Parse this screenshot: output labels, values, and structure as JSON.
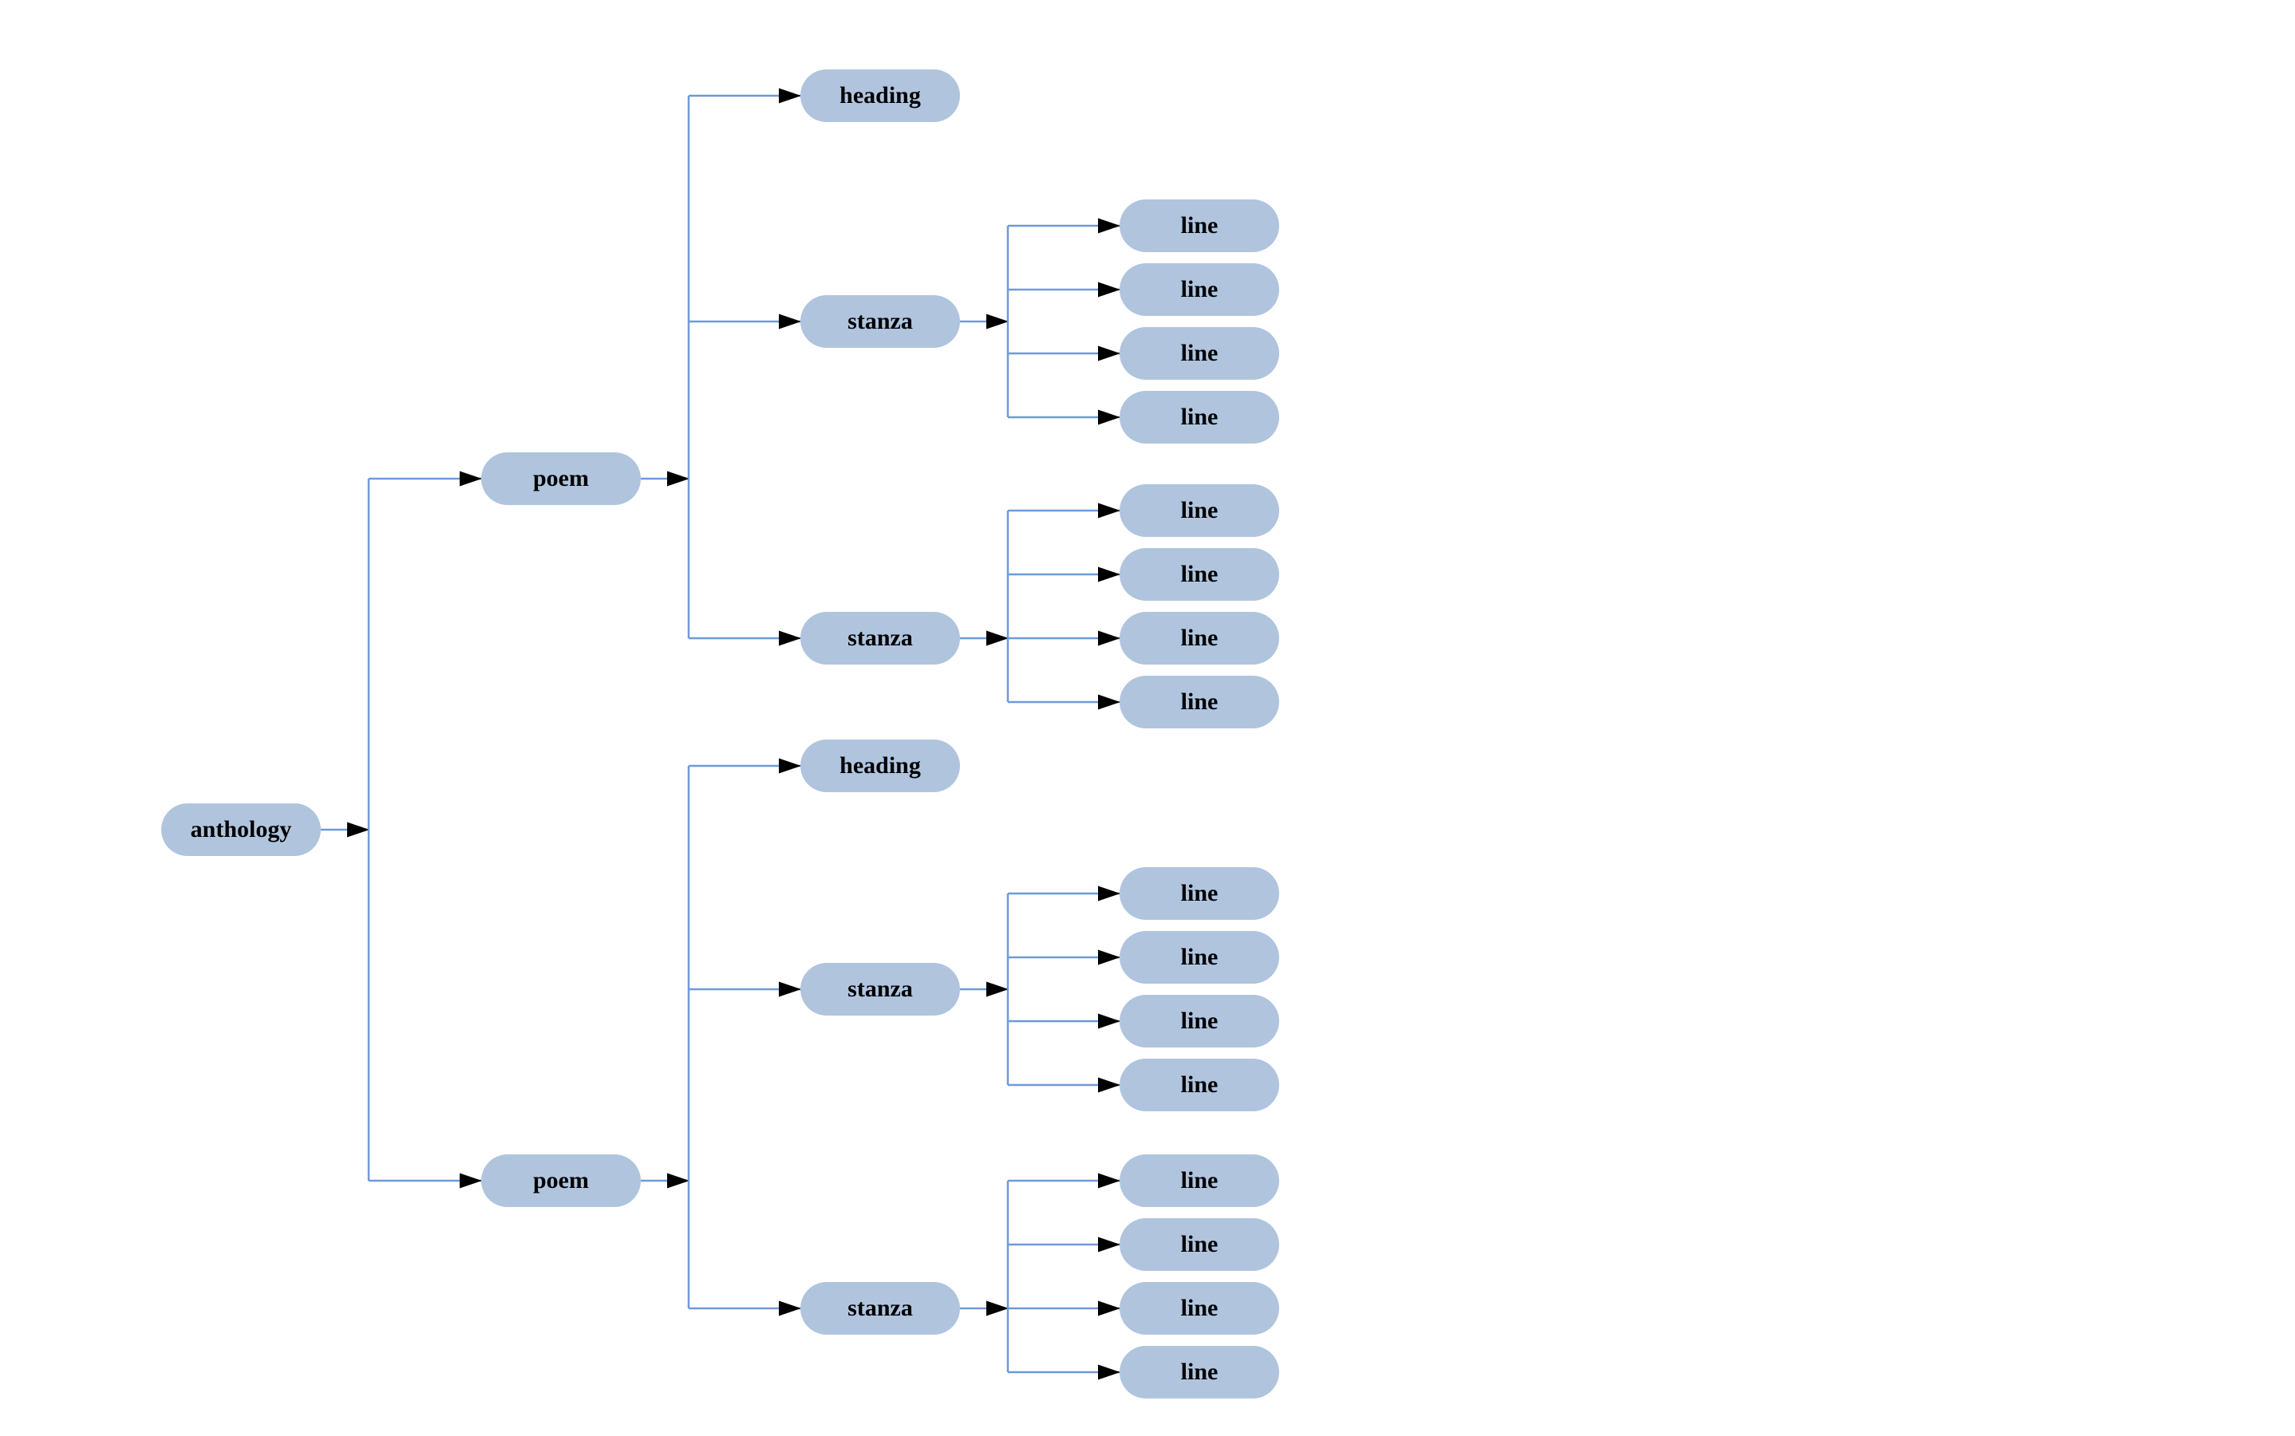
{
  "colors": {
    "background": "#ffffff",
    "node_fill": "#b0c4de",
    "edge": "#6f9ad8",
    "arrowhead": "#000000",
    "label_text": "#000000"
  },
  "tree": {
    "root": {
      "label": "anthology",
      "children": [
        {
          "label": "poem",
          "children": [
            {
              "label": "heading",
              "children": []
            },
            {
              "label": "stanza",
              "children": [
                {
                  "label": "line"
                },
                {
                  "label": "line"
                },
                {
                  "label": "line"
                },
                {
                  "label": "line"
                }
              ]
            },
            {
              "label": "stanza",
              "children": [
                {
                  "label": "line"
                },
                {
                  "label": "line"
                },
                {
                  "label": "line"
                },
                {
                  "label": "line"
                }
              ]
            }
          ]
        },
        {
          "label": "poem",
          "children": [
            {
              "label": "heading",
              "children": []
            },
            {
              "label": "stanza",
              "children": [
                {
                  "label": "line"
                },
                {
                  "label": "line"
                },
                {
                  "label": "line"
                },
                {
                  "label": "line"
                }
              ]
            },
            {
              "label": "stanza",
              "children": [
                {
                  "label": "line"
                },
                {
                  "label": "line"
                },
                {
                  "label": "line"
                },
                {
                  "label": "line"
                }
              ]
            }
          ]
        }
      ]
    }
  }
}
